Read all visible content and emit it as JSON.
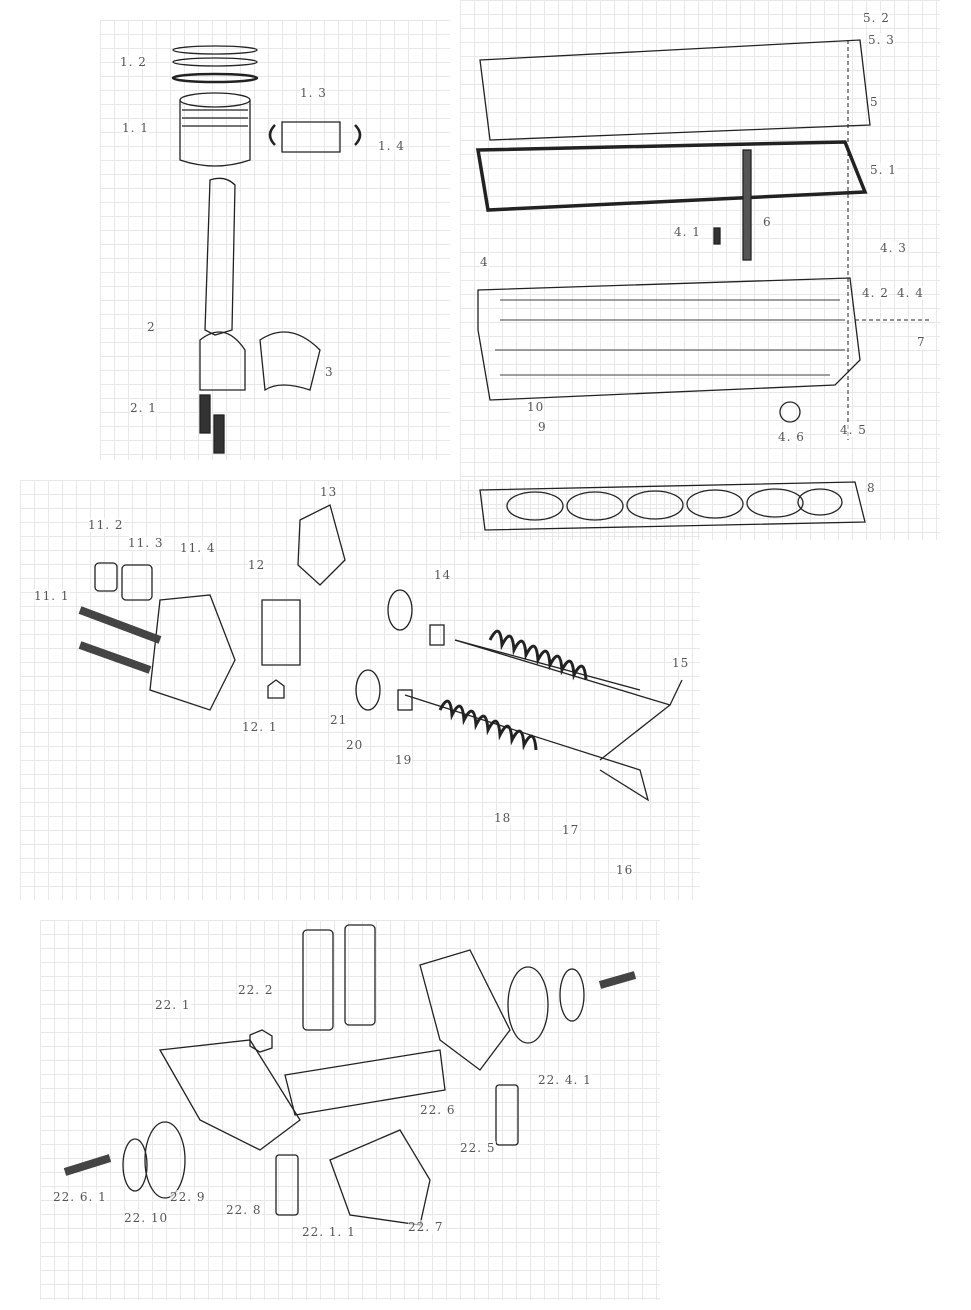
{
  "title": "Engine parts exploded diagram",
  "labels": {
    "l1_2": "1. 2",
    "l1_3": "1. 3",
    "l1_1": "1. 1",
    "l1_4": "1. 4",
    "l2": "2",
    "l3": "3",
    "l2_1": "2. 1",
    "l5_2": "5. 2",
    "l5_3": "5. 3",
    "l5": "5",
    "l5_1": "5. 1",
    "l6": "6",
    "l4_1": "4. 1",
    "l4_3": "4. 3",
    "l4": "4",
    "l4_2": "4. 2",
    "l4_4": "4. 4",
    "l7": "7",
    "l10": "10",
    "l9": "9",
    "l4_6": "4. 6",
    "l4_5": "4. 5",
    "l8": "8",
    "l13": "13",
    "l11_2": "11. 2",
    "l11_3": "11. 3",
    "l11_4": "11. 4",
    "l12": "12",
    "l14": "14",
    "l11_1": "11. 1",
    "l15": "15",
    "l12_1": "12. 1",
    "l21": "21",
    "l20": "20",
    "l19": "19",
    "l18": "18",
    "l17": "17",
    "l16": "16",
    "l22_2": "22. 2",
    "l22_1": "22. 1",
    "l22_4_1": "22. 4. 1",
    "l22_6": "22. 6",
    "l22_5": "22. 5",
    "l22_6_1": "22. 6. 1",
    "l22_10": "22. 10",
    "l22_9": "22. 9",
    "l22_8": "22. 8",
    "l22_1_1": "22. 1. 1",
    "l22_7": "22. 7"
  }
}
